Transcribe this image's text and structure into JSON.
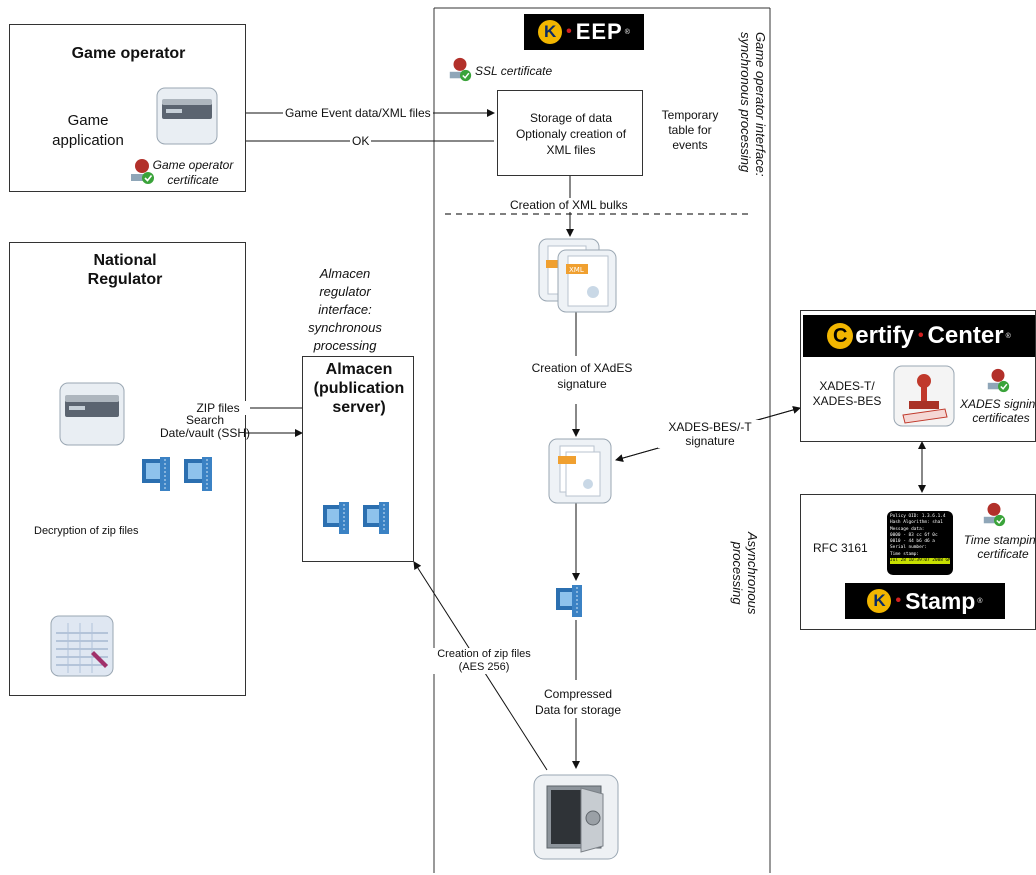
{
  "game_operator": {
    "title": "Game operator",
    "app_line1": "Game",
    "app_line2": "application",
    "cert_line1": "Game operator",
    "cert_line2": "certificate"
  },
  "regulator": {
    "title_line1": "National",
    "title_line2": "Regulator",
    "decrypt": "Decryption of zip files"
  },
  "almacen": {
    "title_line1": "Almacen",
    "title_line2": "(publication",
    "title_line3": "server)",
    "iface_line1": "Almacen",
    "iface_line2": "regulator",
    "iface_line3": "interface:",
    "iface_line4": "synchronous",
    "iface_line5": "processing"
  },
  "keep": {
    "logo_k": "K",
    "logo_rest": "EEP",
    "logo_reg": "®",
    "ssl": "SSL certificate",
    "storage_line1": "Storage of data",
    "storage_line2": "Optionaly creation of",
    "storage_line3": "XML files",
    "temp_line1": "Temporary",
    "temp_line2": "table for",
    "temp_line3": "events",
    "iface_line1": "Game operator interface:",
    "iface_line2": "synchronous processing",
    "async_line1": "Asynchronous",
    "async_line2": "processing"
  },
  "flows": {
    "game_event": "Game Event data/XML files",
    "ok": "OK",
    "xml_bulks": "Creation of XML bulks",
    "xades_line1": "Creation of XAdES",
    "xades_line2": "signature",
    "compressed_line1": "Compressed",
    "compressed_line2": "Data for storage",
    "zip_create_line1": "Creation of zip files",
    "zip_create_line2": "(AES 256)",
    "zip_files": "ZIP files",
    "search_line1": "Search",
    "search_line2": "Date/vault (SSH)",
    "xades_bes_line1": "XADES-BES/-T",
    "xades_bes_line2": "signature"
  },
  "certify": {
    "logo_c": "C",
    "logo_word1": "ertify",
    "logo_word2": "Center",
    "logo_reg": "®",
    "modes_line1": "XADES-T/",
    "modes_line2": "XADES-BES",
    "cert_line1": "XADES signing",
    "cert_line2": "certificates"
  },
  "kstamp": {
    "rfc": "RFC 3161",
    "cert_line1": "Time stamping",
    "cert_line2": "certificate",
    "logo_k": "K",
    "logo_rest": "Stamp",
    "logo_reg": "®",
    "token_lines": [
      "Policy OID: 1.3.6.1.4",
      "Hash Algorithm: sha1",
      "Message data:",
      "0000 - 83 cc 6f 0c",
      "0010 - 44 b6 d6 a",
      "Serial number:",
      "Time stamp:",
      "Jul 28 10:39:07 2008 GMT"
    ]
  },
  "colors": {
    "border": "#333333",
    "cert_green": "#3aa33a",
    "cert_red": "#b2302a",
    "logo_yellow": "#f2b600",
    "logo_red": "#d32020"
  },
  "icons": [
    "server-icon",
    "certificate-icon",
    "xml-file-icon",
    "zip-icon",
    "stamp-icon",
    "safe-icon",
    "document-pen-icon"
  ]
}
